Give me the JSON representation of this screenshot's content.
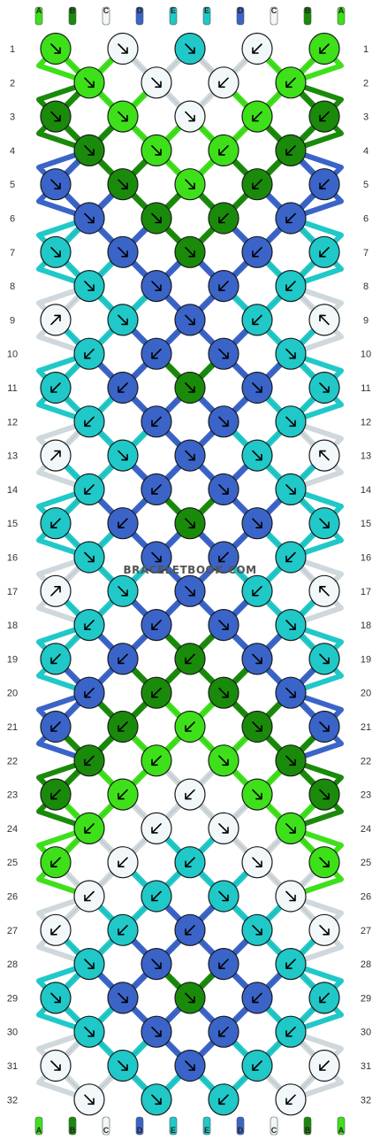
{
  "strand_labels": [
    "A",
    "B",
    "C",
    "D",
    "E",
    "E",
    "D",
    "C",
    "B",
    "A"
  ],
  "strand_colors": {
    "A": "#3ee01a",
    "B": "#1a8a0a",
    "C": "#f2f8fa",
    "D": "#3a64c8",
    "E": "#20c8c8"
  },
  "watermark": "BRACELETBOOK.COM",
  "row_count": 32,
  "knot_colors": [
    [
      "A",
      "C",
      "E",
      "C",
      "A"
    ],
    [
      "A",
      "C",
      "C",
      "A"
    ],
    [
      "B",
      "A",
      "C",
      "A",
      "B"
    ],
    [
      "B",
      "A",
      "A",
      "B"
    ],
    [
      "D",
      "B",
      "A",
      "B",
      "D"
    ],
    [
      "D",
      "B",
      "B",
      "D"
    ],
    [
      "E",
      "D",
      "B",
      "D",
      "E"
    ],
    [
      "E",
      "D",
      "D",
      "E"
    ],
    [
      "C",
      "E",
      "D",
      "E",
      "C"
    ],
    [
      "E",
      "D",
      "D",
      "E"
    ],
    [
      "E",
      "D",
      "B",
      "D",
      "E"
    ],
    [
      "E",
      "D",
      "D",
      "E"
    ],
    [
      "C",
      "E",
      "D",
      "E",
      "C"
    ],
    [
      "E",
      "D",
      "D",
      "E"
    ],
    [
      "E",
      "D",
      "B",
      "D",
      "E"
    ],
    [
      "E",
      "D",
      "D",
      "E"
    ],
    [
      "C",
      "E",
      "D",
      "E",
      "C"
    ],
    [
      "E",
      "D",
      "D",
      "E"
    ],
    [
      "E",
      "D",
      "B",
      "D",
      "E"
    ],
    [
      "D",
      "B",
      "B",
      "D"
    ],
    [
      "D",
      "B",
      "A",
      "B",
      "D"
    ],
    [
      "B",
      "A",
      "A",
      "B"
    ],
    [
      "B",
      "A",
      "C",
      "A",
      "B"
    ],
    [
      "A",
      "C",
      "C",
      "A"
    ],
    [
      "A",
      "C",
      "E",
      "C",
      "A"
    ],
    [
      "C",
      "E",
      "E",
      "C"
    ],
    [
      "C",
      "E",
      "D",
      "E",
      "C"
    ],
    [
      "E",
      "D",
      "D",
      "E"
    ],
    [
      "E",
      "D",
      "B",
      "D",
      "E"
    ],
    [
      "E",
      "D",
      "D",
      "E"
    ],
    [
      "C",
      "E",
      "D",
      "E",
      "C"
    ],
    [
      "C",
      "E",
      "E",
      "C"
    ]
  ],
  "knot_arrows": [
    [
      "se",
      "se",
      "se",
      "sw",
      "sw"
    ],
    [
      "se",
      "se",
      "sw",
      "sw"
    ],
    [
      "se",
      "se",
      "se",
      "sw",
      "sw"
    ],
    [
      "se",
      "se",
      "sw",
      "sw"
    ],
    [
      "se",
      "se",
      "se",
      "sw",
      "sw"
    ],
    [
      "se",
      "se",
      "sw",
      "sw"
    ],
    [
      "se",
      "se",
      "se",
      "sw",
      "sw"
    ],
    [
      "se",
      "se",
      "sw",
      "sw"
    ],
    [
      "ne",
      "se",
      "se",
      "sw",
      "nw"
    ],
    [
      "sw",
      "sw",
      "se",
      "se"
    ],
    [
      "sw",
      "sw",
      "se",
      "se",
      "se"
    ],
    [
      "sw",
      "sw",
      "se",
      "se"
    ],
    [
      "ne",
      "se",
      "se",
      "se",
      "nw"
    ],
    [
      "sw",
      "sw",
      "se",
      "se"
    ],
    [
      "sw",
      "sw",
      "se",
      "se",
      "se"
    ],
    [
      "se",
      "se",
      "sw",
      "sw"
    ],
    [
      "ne",
      "se",
      "se",
      "sw",
      "nw"
    ],
    [
      "sw",
      "sw",
      "se",
      "se"
    ],
    [
      "sw",
      "sw",
      "sw",
      "se",
      "se"
    ],
    [
      "sw",
      "sw",
      "se",
      "se"
    ],
    [
      "sw",
      "sw",
      "sw",
      "se",
      "se"
    ],
    [
      "sw",
      "sw",
      "se",
      "se"
    ],
    [
      "sw",
      "sw",
      "sw",
      "se",
      "se"
    ],
    [
      "sw",
      "sw",
      "se",
      "se"
    ],
    [
      "sw",
      "sw",
      "sw",
      "se",
      "se"
    ],
    [
      "sw",
      "sw",
      "se",
      "se"
    ],
    [
      "sw",
      "sw",
      "sw",
      "se",
      "se"
    ],
    [
      "se",
      "se",
      "sw",
      "sw"
    ],
    [
      "se",
      "se",
      "se",
      "sw",
      "sw"
    ],
    [
      "se",
      "se",
      "sw",
      "sw"
    ],
    [
      "se",
      "se",
      "se",
      "sw",
      "sw"
    ],
    [
      "se",
      "se",
      "sw",
      "sw"
    ]
  ]
}
